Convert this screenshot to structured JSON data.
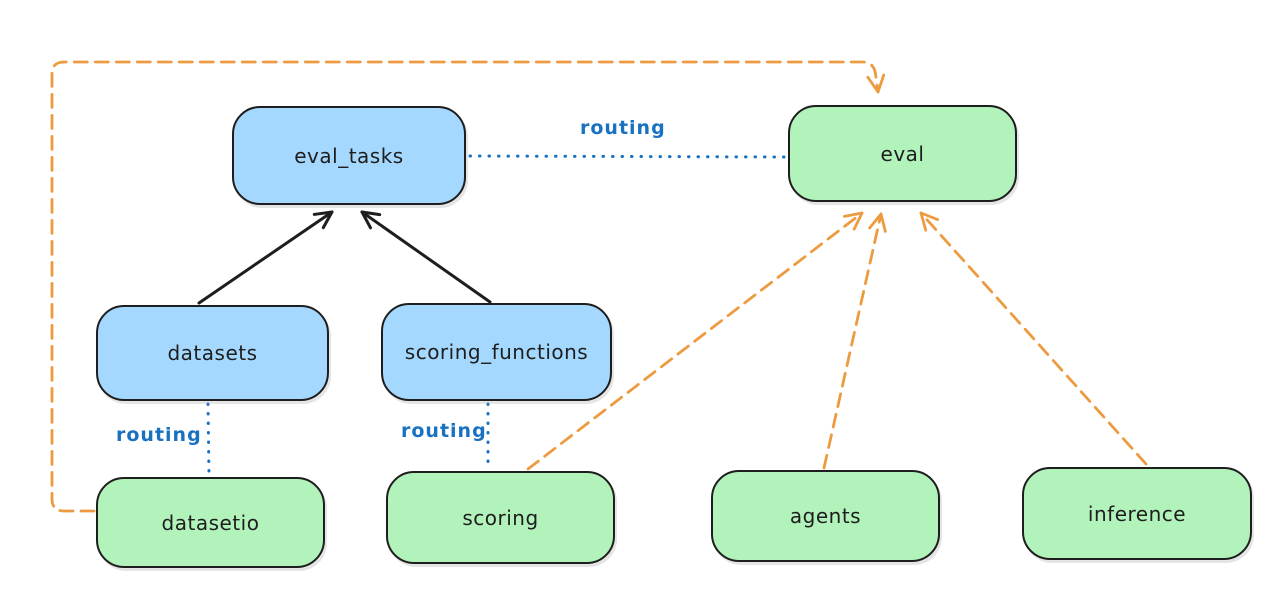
{
  "diagram": {
    "background": "#ffffff",
    "colors": {
      "node_border": "#1e1e1e",
      "node_fill_blue": "#a5d8ff",
      "node_fill_green": "#b2f2bb",
      "routing_blue": "#1971c2",
      "provider_orange": "#ed9b40",
      "text": "#1e1e1e"
    },
    "nodes": [
      {
        "id": "eval_tasks",
        "label": "eval_tasks",
        "fill": "blue"
      },
      {
        "id": "eval",
        "label": "eval",
        "fill": "green"
      },
      {
        "id": "datasets",
        "label": "datasets",
        "fill": "blue"
      },
      {
        "id": "scoring_functions",
        "label": "scoring_functions",
        "fill": "blue"
      },
      {
        "id": "datasetio",
        "label": "datasetio",
        "fill": "green"
      },
      {
        "id": "scoring",
        "label": "scoring",
        "fill": "green"
      },
      {
        "id": "agents",
        "label": "agents",
        "fill": "green"
      },
      {
        "id": "inference",
        "label": "inference",
        "fill": "green"
      }
    ],
    "edges": [
      {
        "from": "datasets",
        "to": "eval_tasks",
        "style": "solid",
        "color": "#1e1e1e",
        "label": ""
      },
      {
        "from": "scoring_functions",
        "to": "eval_tasks",
        "style": "solid",
        "color": "#1e1e1e",
        "label": ""
      },
      {
        "from": "eval_tasks",
        "to": "eval",
        "style": "dotted",
        "color": "#1971c2",
        "label": "routing"
      },
      {
        "from": "datasets",
        "to": "datasetio",
        "style": "dotted",
        "color": "#1971c2",
        "label": "routing"
      },
      {
        "from": "scoring_functions",
        "to": "scoring",
        "style": "dotted",
        "color": "#1971c2",
        "label": "routing"
      },
      {
        "from": "datasetio",
        "to": "eval",
        "style": "dashed",
        "color": "#ed9b40",
        "label": ""
      },
      {
        "from": "scoring",
        "to": "eval",
        "style": "dashed",
        "color": "#ed9b40",
        "label": ""
      },
      {
        "from": "agents",
        "to": "eval",
        "style": "dashed",
        "color": "#ed9b40",
        "label": ""
      },
      {
        "from": "inference",
        "to": "eval",
        "style": "dashed",
        "color": "#ed9b40",
        "label": ""
      }
    ]
  }
}
